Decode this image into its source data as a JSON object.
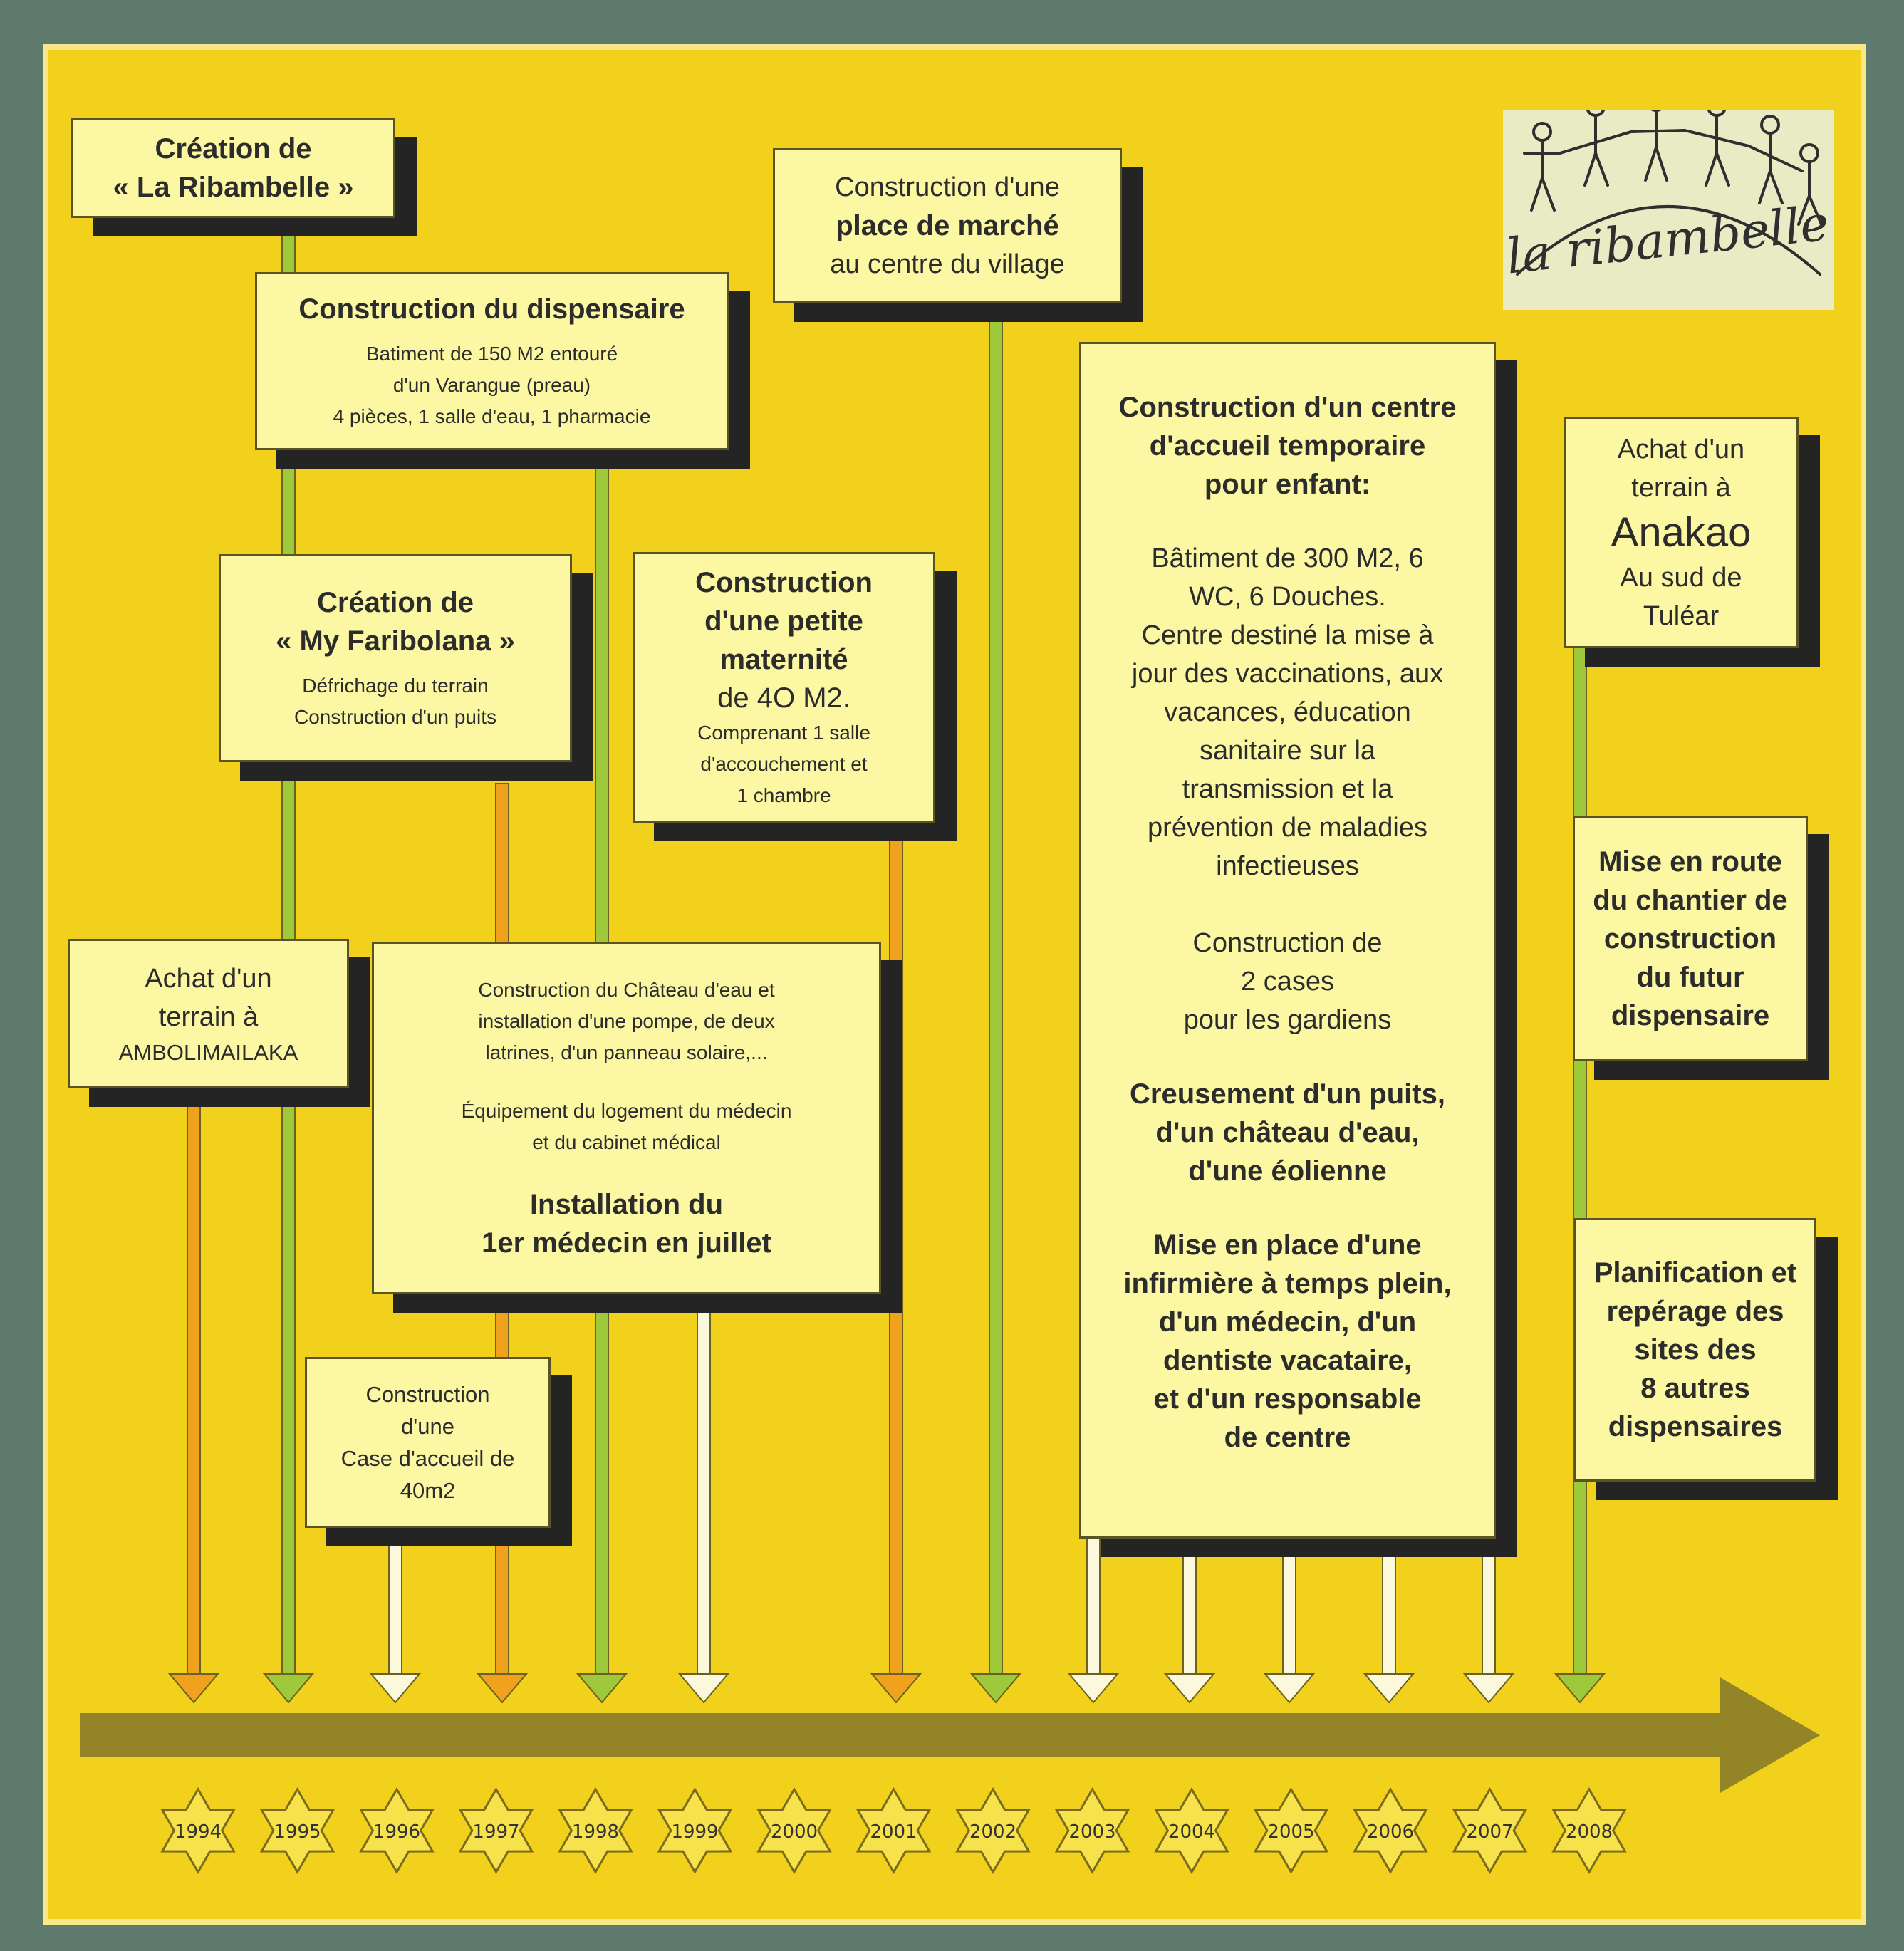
{
  "logo": {
    "text": "la ribambelle"
  },
  "timeline": {
    "years": [
      "1994",
      "1995",
      "1996",
      "1997",
      "1998",
      "1999",
      "2000",
      "2001",
      "2002",
      "2003",
      "2004",
      "2005",
      "2006",
      "2007",
      "2008"
    ]
  },
  "boxes": {
    "b1": [
      "Création de",
      "« La Ribambelle »"
    ],
    "b2": {
      "title": "Construction du dispensaire",
      "lines": [
        "Batiment de 150 M2 entouré",
        "d'un Varangue (preau)",
        "4 pièces, 1 salle d'eau, 1 pharmacie"
      ]
    },
    "b3": {
      "title": [
        "Création de",
        "« My Faribolana »"
      ],
      "lines": [
        "Défrichage du terrain",
        "Construction d'un puits"
      ]
    },
    "b4": [
      "Achat d'un",
      "terrain à",
      "AMBOLIMAILAKA"
    ],
    "b5": {
      "lines1": [
        "Construction du Château d'eau et",
        "installation d'une pompe, de deux",
        "latrines, d'un panneau solaire,..."
      ],
      "lines2": [
        "Équipement du logement du médecin",
        "et du cabinet médical"
      ],
      "bold": [
        "Installation du",
        "1er médecin en juillet"
      ]
    },
    "b6": [
      "Construction",
      "d'une",
      "Case d'accueil de",
      "40m2"
    ],
    "b7": {
      "title": [
        "Construction",
        "d'une petite",
        "maternité"
      ],
      "size": "de 4O M2.",
      "lines": [
        "Comprenant 1 salle",
        "d'accouchement et",
        "1 chambre"
      ]
    },
    "b8": {
      "top": "Construction d'une",
      "bold": "place de marché",
      "bottom": "au centre du village"
    },
    "b9": {
      "title": [
        "Construction d'un centre",
        "d'accueil temporaire",
        "pour enfant:"
      ],
      "p1": [
        "Bâtiment de 300 M2, 6",
        "WC, 6 Douches.",
        "Centre destiné la mise à",
        "jour des vaccinations, aux",
        "vacances, éducation",
        "sanitaire sur la",
        "transmission et la",
        "prévention de maladies",
        "infectieuses"
      ],
      "p2": [
        "Construction de",
        "2 cases",
        "pour les gardiens"
      ],
      "b1": [
        "Creusement d'un puits,",
        "d'un château d'eau,",
        "d'une éolienne"
      ],
      "b2": [
        "Mise en place d'une",
        "infirmière à temps plein,",
        "d'un médecin, d'un",
        "dentiste vacataire,",
        "et d'un responsable",
        "de centre"
      ]
    },
    "b10": {
      "l1": "Achat d'un",
      "l2": "terrain à",
      "big": "Anakao",
      "l3": "Au sud de",
      "l4": "Tuléar"
    },
    "b11": [
      "Mise en route",
      "du chantier de",
      "construction",
      "du  futur",
      "dispensaire"
    ],
    "b12": [
      "Planification et",
      "repérage des",
      "sites  des",
      "8 autres",
      "dispensaires"
    ]
  },
  "colors": {
    "background": "#f2d11d",
    "box": "#fbf7a2",
    "shadow": "#242424",
    "green": "#9dc93b",
    "orange": "#f0a21f",
    "white": "#fbf8dc",
    "arrow": "#948428",
    "star": "#f7e24b"
  }
}
